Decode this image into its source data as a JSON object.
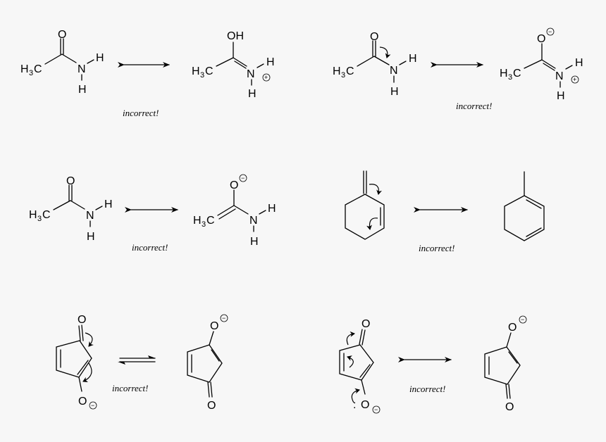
{
  "background": "#f7f7f7",
  "ink_color": "#000000",
  "labels": {
    "incorrect": "incorrect!",
    "O": "O",
    "OH": "OH",
    "N": "N",
    "H": "H",
    "H3C_H": "H",
    "H3C_3": "3",
    "H3C_C": "C",
    "plus": "+",
    "minus": "−",
    "lone_pair": ":"
  },
  "panels": [
    {
      "id": "1",
      "left": "acetamide",
      "arrow": "resonance",
      "right": "protonated iminol (OH, N+)",
      "note": "incorrect!"
    },
    {
      "id": "2",
      "left": "acetamide with curly arrow O=C to C–N",
      "arrow": "resonance",
      "right": "zwitterion (O−, C=N+)",
      "note": "incorrect!"
    },
    {
      "id": "3",
      "left": "acetamide",
      "arrow": "resonance",
      "right": "enolate-type (O−, H2C=C)",
      "note": "incorrect!"
    },
    {
      "id": "4",
      "left": "3-methylenecyclohexene with curly arrows",
      "arrow": "resonance",
      "right": "1-methylcyclohexa-1,3-diene",
      "note": "incorrect!"
    },
    {
      "id": "5",
      "left": "cyclopentenone with O− and curly arrows",
      "arrow": "equilibrium",
      "right": "cyclopentenone with O−",
      "note": "incorrect!"
    },
    {
      "id": "6",
      "left": "cyclopentenone with :O− and curly arrows",
      "arrow": "resonance",
      "right": "cyclopentenone with O−",
      "note": "incorrect!"
    }
  ]
}
